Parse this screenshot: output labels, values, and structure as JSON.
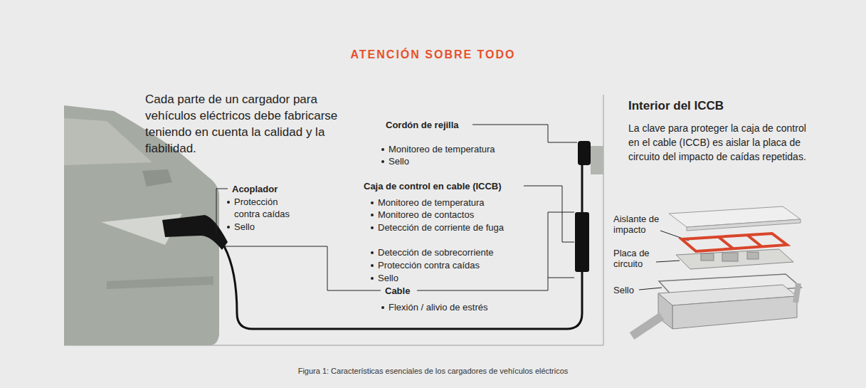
{
  "diagram": {
    "title": "ATENCIÓN SOBRE TODO",
    "caption": "Figura 1: Características esenciales de los cargadores de vehículos eléctricos",
    "labels": [
      "Cada parte de un cargador para vehículos eléctricos debe fabricarse teniendo en cuenta la calidad y la fiabilidad.",
      "Cordón de rejilla",
      "Monitoreo de temperatura",
      "Sello",
      "Acoplador",
      "Protección contra caídas",
      "Sello",
      "Caja de control en cable (ICCB)",
      "Monitoreo de temperatura",
      "Monitoreo de contactos",
      "Detección de corriente de fuga",
      "Detección de sobrecorriente",
      "Protección contra caídas",
      "Sello",
      "Cable",
      "Flexión / alivio de estrés",
      "Interior del ICCB",
      "La clave para proteger la caja de control en el cable (ICCB) es aislar la placa de circuito del impacto de caídas repetidas.",
      "Aislante de impacto",
      "Placa de circuito",
      "Sello"
    ]
  }
}
